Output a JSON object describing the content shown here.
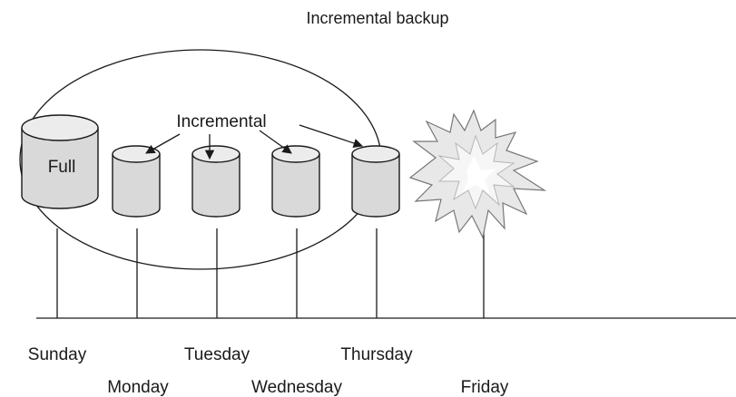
{
  "title": "Incremental backup",
  "callout_label": "Incremental",
  "full_label": "Full",
  "days": {
    "sunday": "Sunday",
    "monday": "Monday",
    "tuesday": "Tuesday",
    "wednesday": "Wednesday",
    "thursday": "Thursday",
    "friday": "Friday"
  },
  "colors": {
    "cylinder_fill": "#d9d9d9",
    "cylinder_top": "#ececec",
    "burst_outer": "#e8e8e8",
    "burst_inner": "#ffffff",
    "line": "#1a1a1a"
  }
}
